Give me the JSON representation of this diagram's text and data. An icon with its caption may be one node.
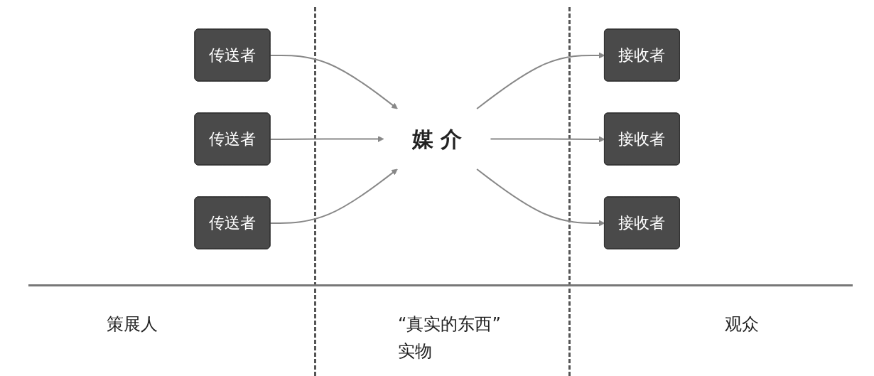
{
  "diagram": {
    "nodes": [
      {
        "text": [
          "传送者"
        ]
      },
      {
        "text": [
          "传送者"
        ]
      },
      {
        "text": [
          "传送者"
        ]
      },
      {
        "text": [
          "媒 介"
        ]
      },
      {
        "text": [
          "接收者"
        ]
      },
      {
        "text": [
          "接收者"
        ]
      },
      {
        "text": [
          "接收者"
        ]
      }
    ],
    "edges": [
      {
        "from": 0,
        "to": 3,
        "arrow": "to"
      },
      {
        "from": 1,
        "to": 3,
        "arrow": "to"
      },
      {
        "from": 2,
        "to": 3,
        "arrow": "to"
      },
      {
        "from": 3,
        "to": 4,
        "arrow": "to"
      },
      {
        "from": 3,
        "to": 5,
        "arrow": "to"
      },
      {
        "from": 3,
        "to": 6,
        "arrow": "to"
      }
    ],
    "labels": [
      "策展人",
      "“真实的东西”",
      "实物",
      "观众"
    ]
  }
}
